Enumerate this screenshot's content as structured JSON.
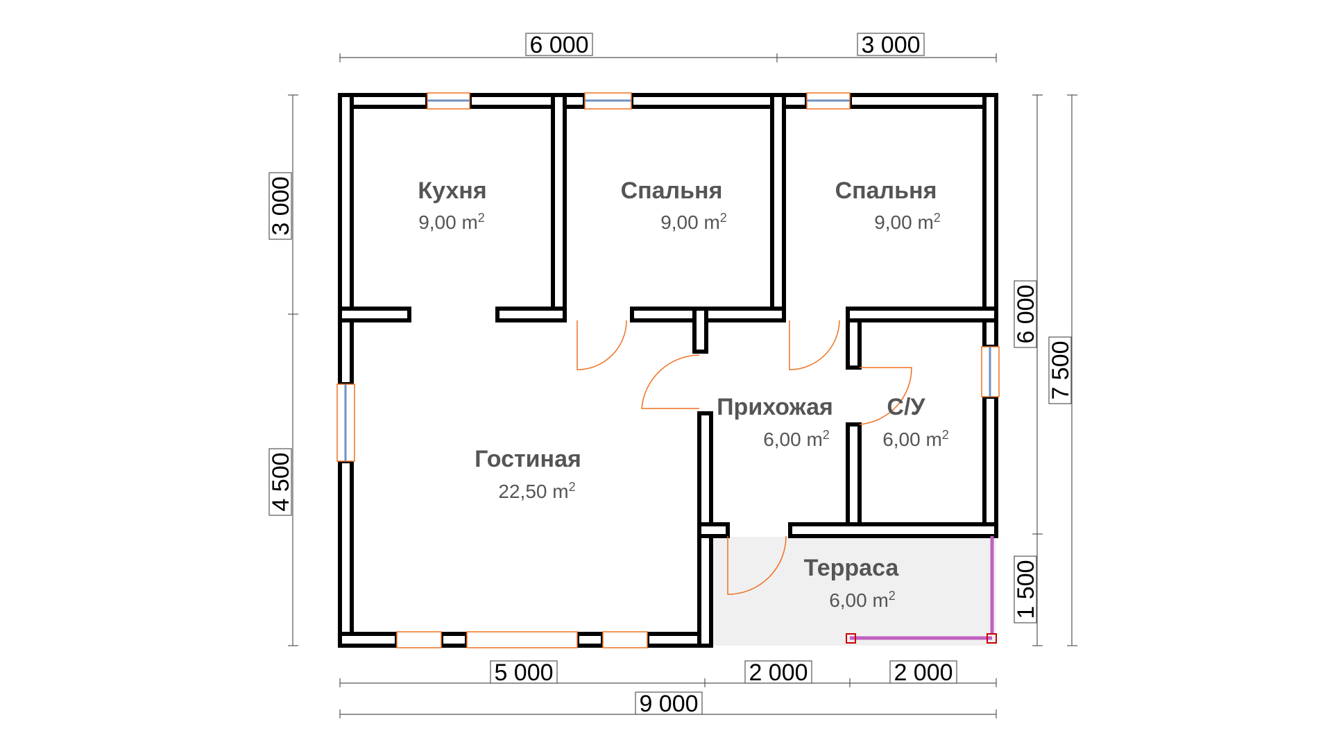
{
  "rooms": [
    {
      "id": "kitchen",
      "name": "Кухня",
      "area": "9,00 m",
      "area_unit_sup": "2"
    },
    {
      "id": "bedroom-1",
      "name": "Спальня",
      "area": "9,00 m",
      "area_unit_sup": "2"
    },
    {
      "id": "bedroom-2",
      "name": "Спальня",
      "area": "9,00 m",
      "area_unit_sup": "2"
    },
    {
      "id": "living-room",
      "name": "Гостиная",
      "area": "22,50 m",
      "area_unit_sup": "2"
    },
    {
      "id": "hallway",
      "name": "Прихожая",
      "area": "6,00 m",
      "area_unit_sup": "2"
    },
    {
      "id": "bathroom",
      "name": "С/У",
      "area": "6,00 m",
      "area_unit_sup": "2"
    },
    {
      "id": "terrace",
      "name": "Терраса",
      "area": "6,00 m",
      "area_unit_sup": "2"
    }
  ],
  "dimensions": {
    "top_left": "6 000",
    "top_right": "3 000",
    "bottom_1": "5 000",
    "bottom_2": "2 000",
    "bottom_3": "2 000",
    "bottom_total": "9 000",
    "left_top": "3 000",
    "left_bottom": "4 500",
    "right_inner_top": "6 000",
    "right_inner_bottom": "1 500",
    "right_total": "7 500"
  },
  "colors": {
    "wall": "#000000",
    "door_arc": "#f07020",
    "window_frame": "#f07020",
    "terrace_fill": "#f0f0f0",
    "railing": "#c060c0",
    "post": "#cc0000",
    "label": "#555555"
  }
}
